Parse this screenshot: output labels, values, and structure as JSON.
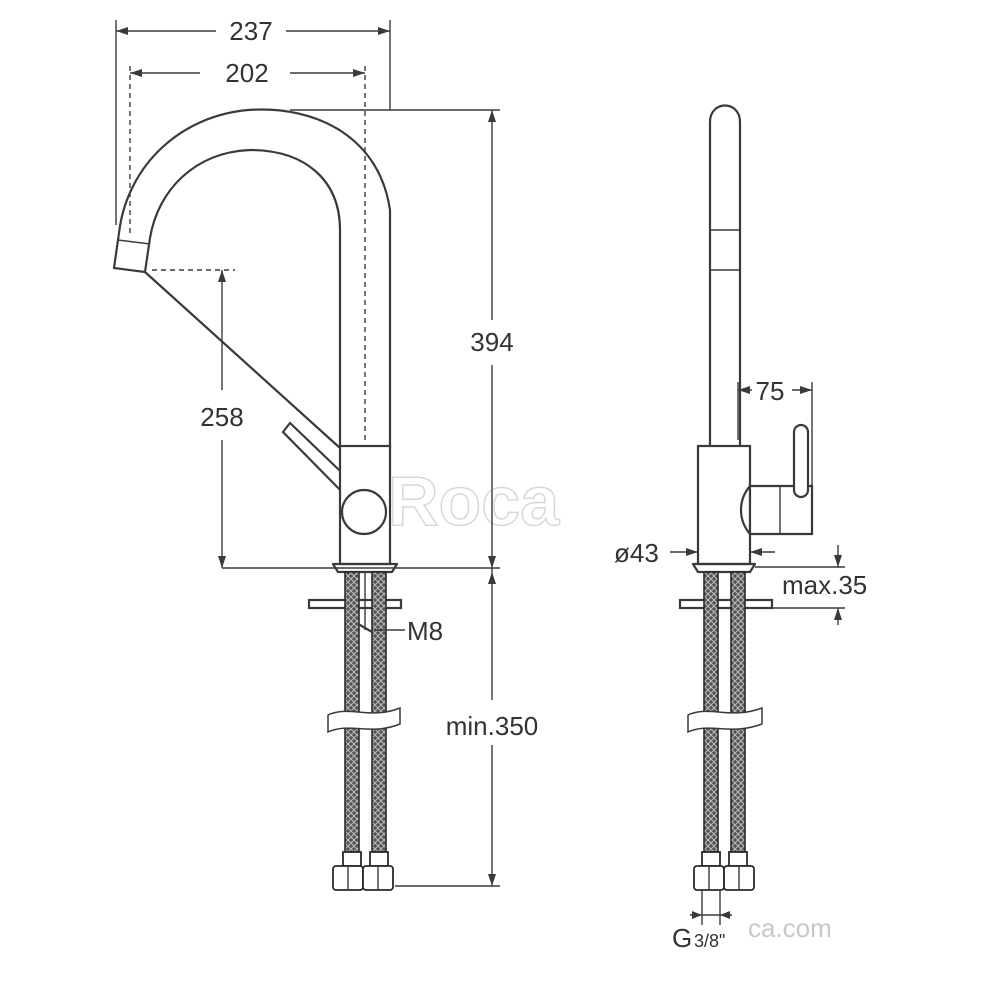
{
  "front_view": {
    "dim_width_total": "237",
    "dim_width_spout": "202",
    "dim_height_total": "394",
    "dim_spout_height": "258",
    "dim_hose_length": "min.350",
    "label_thread": "M8"
  },
  "side_view": {
    "dim_handle_offset": "75",
    "dim_body_diameter": "ø43",
    "dim_max_thickness": "max.35",
    "label_connection_main": "G",
    "label_connection_fraction": "3/8\""
  },
  "watermark": {
    "brand": "Roca",
    "website": "ca.com"
  }
}
